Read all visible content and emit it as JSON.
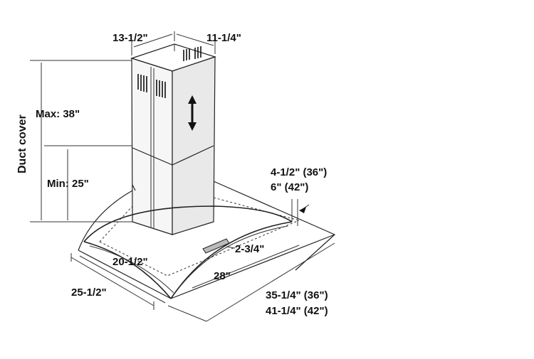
{
  "diagram": {
    "labels": {
      "chimney_depth": "13-1/2\"",
      "chimney_width": "11-1/4\"",
      "duct_cover": "Duct cover",
      "max_height": "Max: 38\"",
      "min_height": "Min: 25\"",
      "glass_height_line1": "4-1/2\" (36\")",
      "glass_height_line2": "6\" (42\")",
      "filter_offset": "2-3/4\"",
      "inner_depth": "20-1/2\"",
      "canopy_depth_inner": "28\"",
      "overall_depth": "25-1/2\"",
      "width_line1": "35-1/4\" (36\")",
      "width_line2": "41-1/4\" (42\")"
    }
  }
}
